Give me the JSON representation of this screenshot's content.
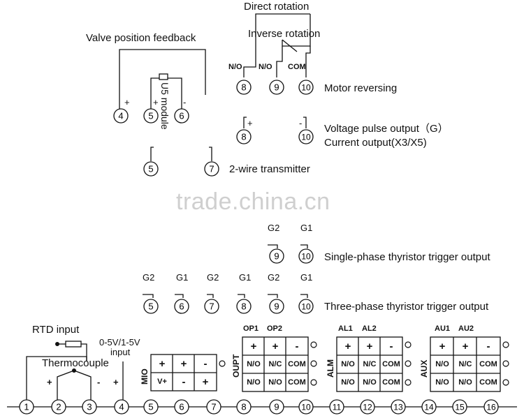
{
  "top": {
    "direct_rotation": "Direct rotation",
    "inverse_rotation": "Inverse rotation",
    "valve_feedback": "Valve position feedback",
    "no_a": "N/O",
    "no_b": "N/O",
    "com": "COM",
    "motor_reversing": "Motor reversing",
    "u5_module": "U5 module",
    "plus": "+",
    "minus": "-",
    "voltage_pulse": "Voltage pulse output（G）",
    "current_output": "Current output(X3/X5)",
    "two_wire": "2-wire transmitter",
    "g1": "G1",
    "g2": "G2",
    "single_phase": "Single-phase thyristor trigger output",
    "three_phase": "Three-phase thyristor trigger output"
  },
  "bottom": {
    "rtd_input": "RTD input",
    "thermocouple": "Thermocouple",
    "v_input_line1": "0-5V/1-5V",
    "v_input_line2": "input",
    "mio": "MIO",
    "oupt": "OUPT",
    "alm": "ALM",
    "aux": "AUX",
    "op1": "OP1",
    "op2": "OP2",
    "al1": "AL1",
    "al2": "AL2",
    "au1": "AU1",
    "au2": "AU2",
    "vplus": "V+",
    "no": "N/O",
    "nc": "N/C",
    "com": "COM"
  },
  "terminals": [
    "1",
    "2",
    "3",
    "4",
    "5",
    "6",
    "7",
    "8",
    "9",
    "10",
    "11",
    "12",
    "13",
    "14",
    "15",
    "16"
  ],
  "mio_rows": [
    [
      "+",
      "+",
      "-"
    ],
    [
      "V+",
      "-",
      "+"
    ]
  ],
  "relay_rows": [
    [
      "+",
      "+",
      "-"
    ],
    [
      "N/O",
      "N/C",
      "COM"
    ],
    [
      "N/O",
      "N/O",
      "COM"
    ]
  ],
  "watermark": "trade.china.cn"
}
